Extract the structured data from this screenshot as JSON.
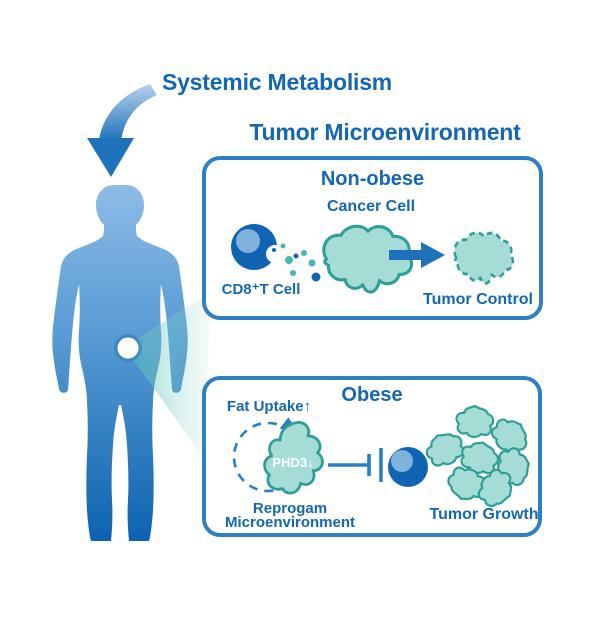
{
  "figure": {
    "systemic_title": "Systemic Metabolism",
    "tme_title": "Tumor Microenvironment"
  },
  "non_obese_panel": {
    "title": "Non-obese",
    "cancer_cell_label": "Cancer Cell",
    "cd8_label": "CD8⁺T Cell",
    "outcome_label": "Tumor Control"
  },
  "obese_panel": {
    "title": "Obese",
    "fat_uptake_label": "Fat Uptake↑",
    "phd3_label": "PHD3↓",
    "reprogram_line1": "Reprogam",
    "reprogram_line2": "Microenvironment",
    "outcome_label": "Tumor Growth"
  },
  "icons": {
    "body_arrow": "curved-down-arrow",
    "flow_arrow": "→",
    "cycle_arrow": "circular-dashed-arrow",
    "inhibition_symbol": "⊣"
  },
  "colors": {
    "text_blue": "#1467b2",
    "panel_border": "#2e7fc3",
    "cell_fill": "#a5dcd6",
    "cell_stroke": "#2f9e96",
    "tcell_fill": "#1065b2",
    "tcell_inner": "#7fb3de",
    "granule_teal": "#46b8b0",
    "beam_teal": "#5abeb7",
    "body_top": "#8cbce6",
    "body_bottom": "#0d63b0"
  }
}
